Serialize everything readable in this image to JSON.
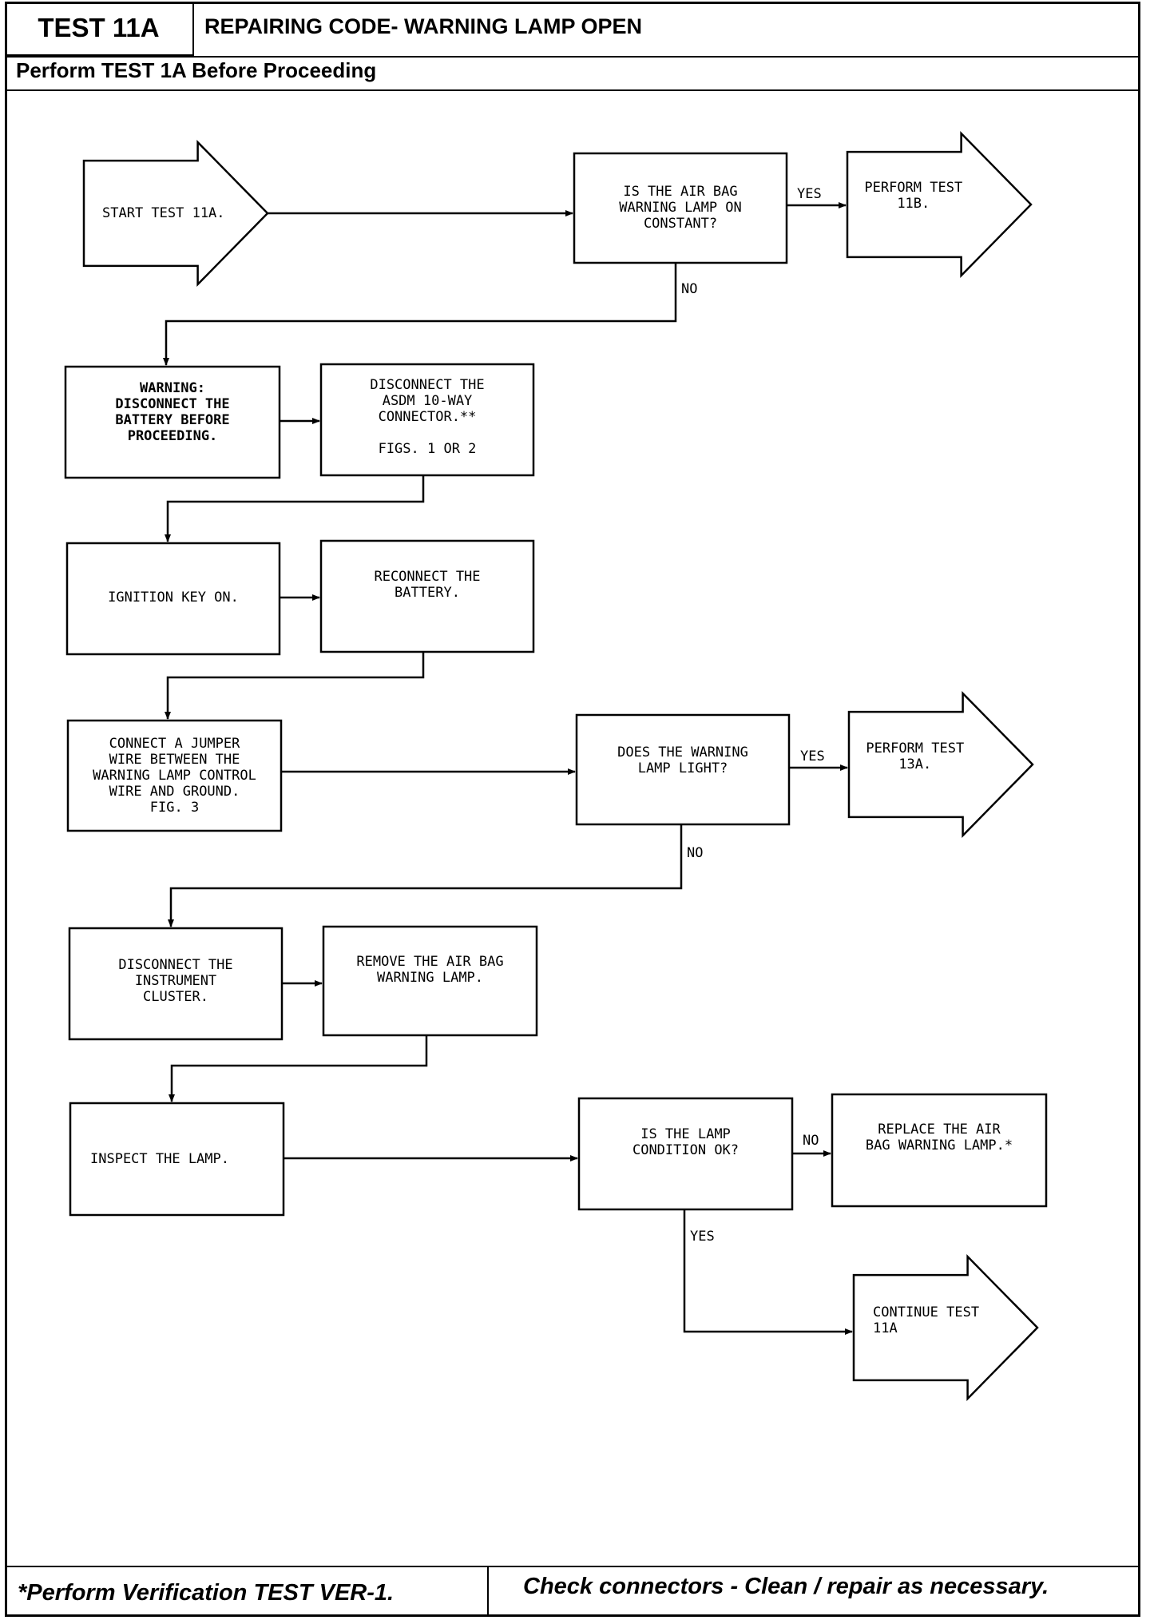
{
  "header": {
    "test_id": "TEST 11A",
    "title": "REPAIRING CODE- WARNING LAMP OPEN",
    "prerequisite": "Perform TEST 1A Before Proceeding"
  },
  "footer": {
    "left": "*Perform Verification TEST VER-1.",
    "right": "Check connectors - Clean / repair as necessary."
  },
  "flowchart": {
    "nodes": [
      {
        "id": "start",
        "kind": "arrow",
        "lines": [
          "START TEST 11A."
        ]
      },
      {
        "id": "q1",
        "kind": "box",
        "lines": [
          "IS THE AIR BAG",
          "WARNING LAMP ON",
          "CONSTANT?"
        ]
      },
      {
        "id": "test11b",
        "kind": "arrow",
        "lines": [
          "PERFORM TEST",
          "11B."
        ]
      },
      {
        "id": "warn",
        "kind": "box",
        "bold": true,
        "lines": [
          "WARNING:",
          "DISCONNECT THE",
          "BATTERY BEFORE",
          "PROCEEDING."
        ]
      },
      {
        "id": "asdm",
        "kind": "box",
        "lines": [
          "DISCONNECT THE",
          "ASDM 10-WAY",
          "CONNECTOR.**",
          "",
          "FIGS. 1 OR 2"
        ]
      },
      {
        "id": "ign",
        "kind": "box",
        "lines": [
          "IGNITION KEY ON."
        ]
      },
      {
        "id": "reconn",
        "kind": "box",
        "lines": [
          "RECONNECT THE",
          "BATTERY."
        ]
      },
      {
        "id": "jumper",
        "kind": "box",
        "lines": [
          "CONNECT A JUMPER",
          "WIRE BETWEEN THE",
          "WARNING LAMP CONTROL",
          "WIRE AND GROUND.",
          "FIG. 3"
        ]
      },
      {
        "id": "q2",
        "kind": "box",
        "lines": [
          "DOES THE WARNING",
          "LAMP LIGHT?"
        ]
      },
      {
        "id": "test13a",
        "kind": "arrow",
        "lines": [
          "PERFORM TEST",
          "13A."
        ]
      },
      {
        "id": "cluster",
        "kind": "box",
        "lines": [
          "DISCONNECT THE",
          "INSTRUMENT",
          "CLUSTER."
        ]
      },
      {
        "id": "remove",
        "kind": "box",
        "lines": [
          "REMOVE THE AIR BAG",
          "WARNING LAMP."
        ]
      },
      {
        "id": "inspect",
        "kind": "box",
        "lines": [
          "INSPECT THE LAMP."
        ]
      },
      {
        "id": "q3",
        "kind": "box",
        "lines": [
          "IS THE LAMP",
          "CONDITION OK?"
        ]
      },
      {
        "id": "replace",
        "kind": "box",
        "lines": [
          "REPLACE THE AIR",
          "BAG WARNING LAMP.*"
        ]
      },
      {
        "id": "cont",
        "kind": "arrow",
        "lines": [
          "CONTINUE TEST",
          "11A"
        ]
      }
    ],
    "edges": [
      {
        "from": "start",
        "to": "q1",
        "label": ""
      },
      {
        "from": "q1",
        "to": "test11b",
        "label": "YES"
      },
      {
        "from": "q1",
        "to": "warn",
        "label": "NO"
      },
      {
        "from": "warn",
        "to": "asdm",
        "label": ""
      },
      {
        "from": "asdm",
        "to": "ign",
        "label": ""
      },
      {
        "from": "ign",
        "to": "reconn",
        "label": ""
      },
      {
        "from": "reconn",
        "to": "jumper",
        "label": ""
      },
      {
        "from": "jumper",
        "to": "q2",
        "label": ""
      },
      {
        "from": "q2",
        "to": "test13a",
        "label": "YES"
      },
      {
        "from": "q2",
        "to": "cluster",
        "label": "NO"
      },
      {
        "from": "cluster",
        "to": "remove",
        "label": ""
      },
      {
        "from": "remove",
        "to": "inspect",
        "label": ""
      },
      {
        "from": "inspect",
        "to": "q3",
        "label": ""
      },
      {
        "from": "q3",
        "to": "replace",
        "label": "NO"
      },
      {
        "from": "q3",
        "to": "cont",
        "label": "YES"
      }
    ]
  }
}
